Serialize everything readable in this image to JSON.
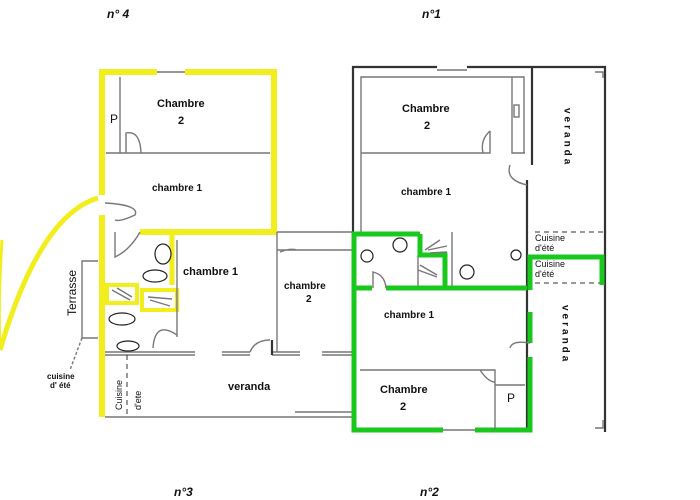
{
  "units": [
    {
      "id": "n4",
      "number_label": "n° 4",
      "accent": "#f2ee1e",
      "rooms": {
        "chambre2_a": "Chambre",
        "chambre2_b": "2",
        "chambre1": "chambre 1",
        "closet": "P"
      }
    },
    {
      "id": "n1",
      "number_label": "n°1",
      "accent": "#777777",
      "rooms": {
        "chambre2_a": "Chambre",
        "chambre2_b": "2",
        "chambre1": "chambre 1",
        "veranda": "veranda",
        "cuisine_a": "Cuisine",
        "cuisine_b": "d'été"
      }
    },
    {
      "id": "n3",
      "number_label": "n°3",
      "accent": "#777777",
      "rooms": {
        "chambre1": "chambre 1",
        "chambre2_a": "chambre",
        "chambre2_b": "2",
        "veranda": "veranda",
        "cuisine_a": "Cuisine",
        "cuisine_b": "d'ete",
        "terrasse": "Terrasse",
        "cuisine_ext_a": "cuisine",
        "cuisine_ext_b": "d' été"
      }
    },
    {
      "id": "n2",
      "number_label": "n°2",
      "accent": "#19c81c",
      "rooms": {
        "chambre1": "chambre 1",
        "chambre2_a": "Chambre",
        "chambre2_b": "2",
        "closet": "P",
        "veranda": "veranda",
        "cuisine_a": "Cuisine",
        "cuisine_b": "d'été"
      }
    }
  ]
}
